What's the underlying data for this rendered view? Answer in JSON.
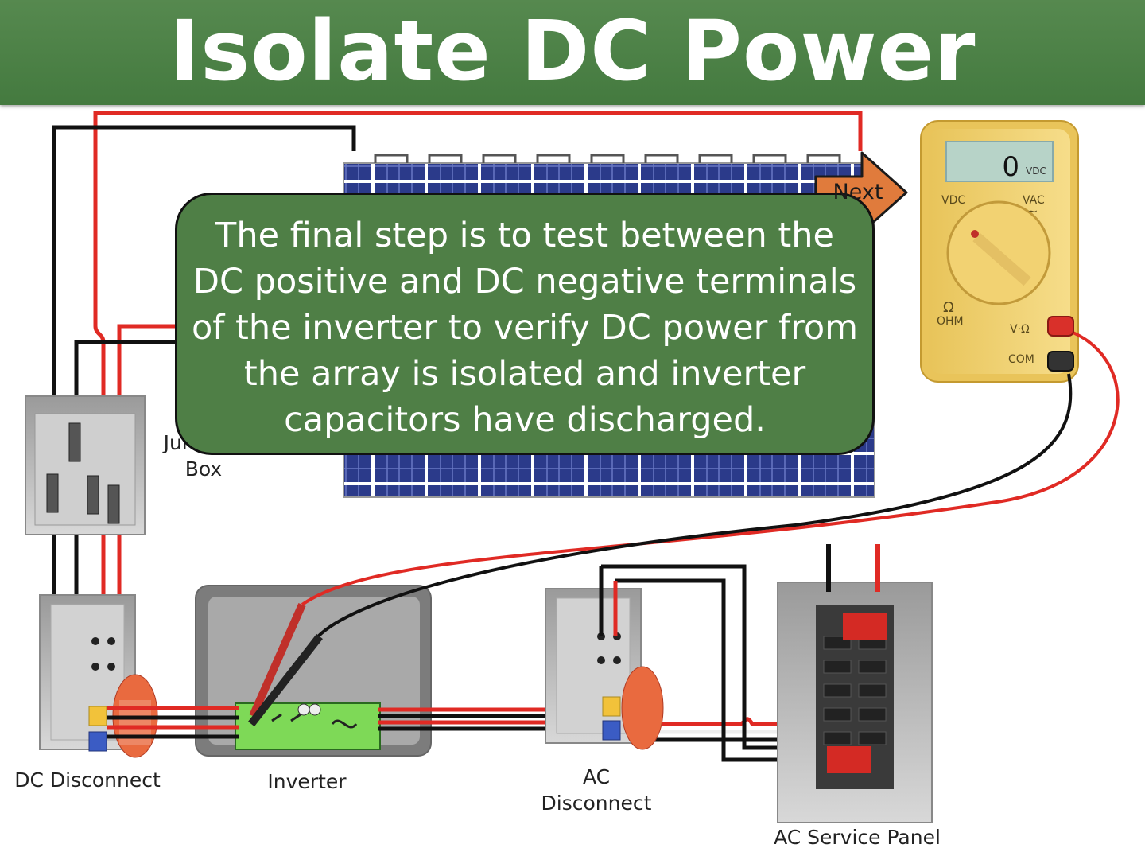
{
  "title": "Isolate DC Power",
  "callout": {
    "text": "The final step is to test between the DC positive and DC negative terminals of the inverter to verify DC power from the array is isolated and inverter capacitors have discharged."
  },
  "next_button": {
    "label": "Next",
    "color": "#e07b3c"
  },
  "multimeter": {
    "reading": "0",
    "reading_unit": "VDC",
    "dial_labels": {
      "vdc": "VDC",
      "vac": "VAC",
      "vac_symbol": "~",
      "ohm_symbol": "Ω",
      "ohm": "OHM",
      "v_ohm": "V·Ω",
      "com": "COM"
    }
  },
  "labels": {
    "junction_box_line1": "Junction",
    "junction_box_line2": "Box",
    "dc_disconnect": "DC Disconnect",
    "inverter": "Inverter",
    "ac_disconnect_line1": "AC",
    "ac_disconnect_line2": "Disconnect",
    "ac_service_panel": "AC Service Panel"
  },
  "colors": {
    "title_bar": "#4c8145",
    "callout": "#4f7f46",
    "wire_positive": "#e02a24",
    "wire_negative": "#111111",
    "inverter_board": "#7ed957"
  }
}
